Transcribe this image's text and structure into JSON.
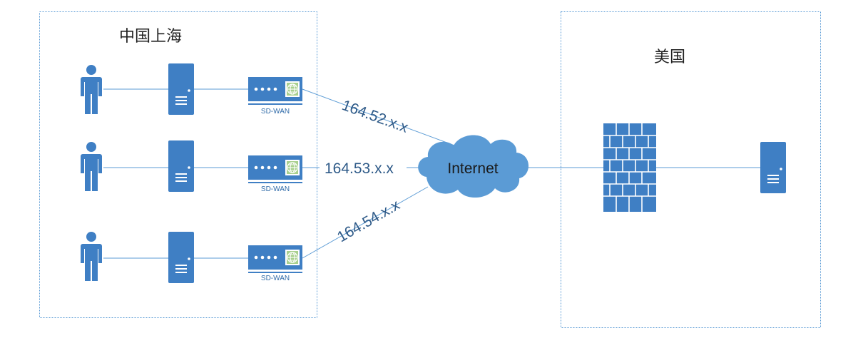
{
  "regions": {
    "shanghai": {
      "label": "中国上海"
    },
    "usa": {
      "label": "美国"
    }
  },
  "devices": {
    "sdwan_label": "SD-WAN"
  },
  "links": [
    {
      "ip": "164.52.x.x"
    },
    {
      "ip": "164.53.x.x"
    },
    {
      "ip": "164.54.x.x"
    }
  ],
  "cloud": {
    "label": "Internet"
  },
  "colors": {
    "icon_fill": "#3f7fc4",
    "line": "#5b9bd5",
    "border": "#5b9bd5",
    "globe": "#a9d08e"
  },
  "icons": [
    "person-icon",
    "server-icon",
    "sdwan-router-icon",
    "cloud-icon",
    "firewall-icon"
  ]
}
